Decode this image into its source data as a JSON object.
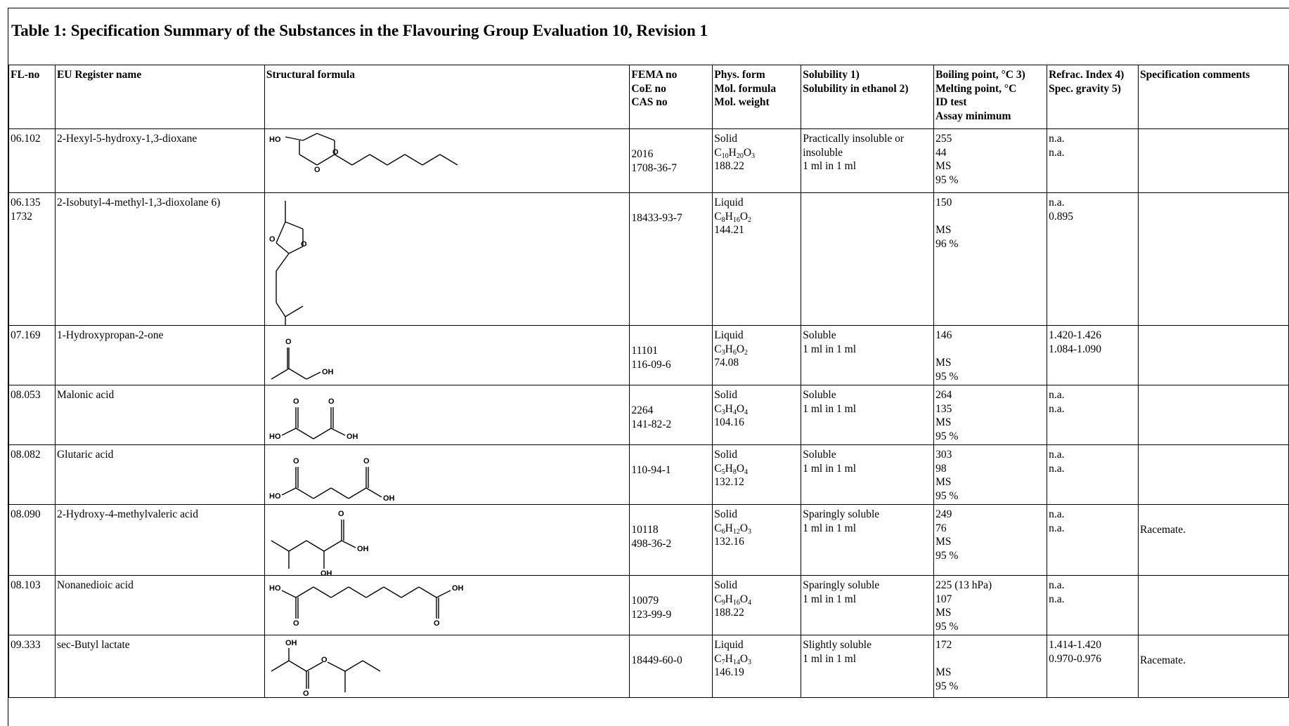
{
  "title": "Table 1: Specification Summary of the Substances in the Flavouring Group Evaluation 10, Revision 1",
  "headers": {
    "fl_no": "FL-no",
    "eu_name": "EU Register name",
    "structure": "Structural formula",
    "fema": [
      "FEMA no",
      "CoE no",
      "CAS no"
    ],
    "phys": [
      "Phys. form",
      "Mol. formula",
      "Mol. weight"
    ],
    "solubility": [
      "Solubility 1)",
      "Solubility in ethanol 2)"
    ],
    "boiling": [
      "Boiling point, °C 3)",
      "Melting point, °C",
      "ID test",
      "Assay minimum"
    ],
    "refrac": [
      "Refrac. Index 4)",
      "Spec. gravity 5)"
    ],
    "comments": "Specification comments"
  },
  "rows": [
    {
      "fl_no": "06.102",
      "fl_no2": "",
      "eu_name": "2-Hexyl-5-hydroxy-1,3-dioxane",
      "fema": "",
      "coe": "2016",
      "cas": "1708-36-7",
      "phys_form": "Solid",
      "formula": "C10H20O3",
      "mol_weight": "188.22",
      "solubility": "Practically insoluble or insoluble",
      "sol_ethanol": "1 ml in 1 ml",
      "bp": "255",
      "mp": "44",
      "id_test": "MS",
      "assay": "95 %",
      "refrac": "n.a.",
      "gravity": "n.a.",
      "comments": ""
    },
    {
      "fl_no": "06.135",
      "fl_no2": "1732",
      "eu_name": "2-Isobutyl-4-methyl-1,3-dioxolane  6)",
      "fema": "",
      "coe": "",
      "cas": "18433-93-7",
      "phys_form": "Liquid",
      "formula": "C8H16O2",
      "mol_weight": "144.21",
      "solubility": "",
      "sol_ethanol": "",
      "bp": "150",
      "mp": "",
      "id_test": "MS",
      "assay": "96 %",
      "refrac": "n.a.",
      "gravity": "0.895",
      "comments": ""
    },
    {
      "fl_no": "07.169",
      "fl_no2": "",
      "eu_name": "1-Hydroxypropan-2-one",
      "fema": "",
      "coe": "11101",
      "cas": "116-09-6",
      "phys_form": "Liquid",
      "formula": "C3H6O2",
      "mol_weight": "74.08",
      "solubility": "Soluble",
      "sol_ethanol": "1 ml in 1 ml",
      "bp": "146",
      "mp": "",
      "id_test": "MS",
      "assay": "95 %",
      "refrac": "1.420-1.426",
      "gravity": "1.084-1.090",
      "comments": ""
    },
    {
      "fl_no": "08.053",
      "fl_no2": "",
      "eu_name": "Malonic acid",
      "fema": "",
      "coe": "2264",
      "cas": "141-82-2",
      "phys_form": "Solid",
      "formula": "C3H4O4",
      "mol_weight": "104.16",
      "solubility": "Soluble",
      "sol_ethanol": "1 ml in 1 ml",
      "bp": "264",
      "mp": "135",
      "id_test": "MS",
      "assay": "95 %",
      "refrac": "n.a.",
      "gravity": "n.a.",
      "comments": ""
    },
    {
      "fl_no": "08.082",
      "fl_no2": "",
      "eu_name": "Glutaric acid",
      "fema": "",
      "coe": "",
      "cas": "110-94-1",
      "phys_form": "Solid",
      "formula": "C5H8O4",
      "mol_weight": "132.12",
      "solubility": "Soluble",
      "sol_ethanol": "1 ml in 1 ml",
      "bp": "303",
      "mp": "98",
      "id_test": "MS",
      "assay": "95 %",
      "refrac": "n.a.",
      "gravity": "n.a.",
      "comments": ""
    },
    {
      "fl_no": "08.090",
      "fl_no2": "",
      "eu_name": "2-Hydroxy-4-methylvaleric acid",
      "fema": "",
      "coe": "10118",
      "cas": "498-36-2",
      "phys_form": "Solid",
      "formula": "C6H12O3",
      "mol_weight": "132.16",
      "solubility": "Sparingly soluble",
      "sol_ethanol": "1 ml in 1 ml",
      "bp": "249",
      "mp": "76",
      "id_test": "MS",
      "assay": "95 %",
      "refrac": "n.a.",
      "gravity": "n.a.",
      "comments": "Racemate."
    },
    {
      "fl_no": "08.103",
      "fl_no2": "",
      "eu_name": "Nonanedioic acid",
      "fema": "",
      "coe": "10079",
      "cas": "123-99-9",
      "phys_form": "Solid",
      "formula": "C9H16O4",
      "mol_weight": "188.22",
      "solubility": "Sparingly soluble",
      "sol_ethanol": "1 ml in 1 ml",
      "bp": "225 (13 hPa)",
      "mp": "107",
      "id_test": "MS",
      "assay": "95 %",
      "refrac": "n.a.",
      "gravity": "n.a.",
      "comments": ""
    },
    {
      "fl_no": "09.333",
      "fl_no2": "",
      "eu_name": "sec-Butyl lactate",
      "fema": "",
      "coe": "",
      "cas": "18449-60-0",
      "phys_form": "Liquid",
      "formula": "C7H14O3",
      "mol_weight": "146.19",
      "solubility": "Slightly soluble",
      "sol_ethanol": "1 ml in 1 ml",
      "bp": "172",
      "mp": "",
      "id_test": "MS",
      "assay": "95 %",
      "refrac": "1.414-1.420",
      "gravity": "0.970-0.976",
      "comments": "Racemate."
    }
  ],
  "atom_labels": {
    "ho": "HO",
    "oh": "OH",
    "o": "O"
  }
}
